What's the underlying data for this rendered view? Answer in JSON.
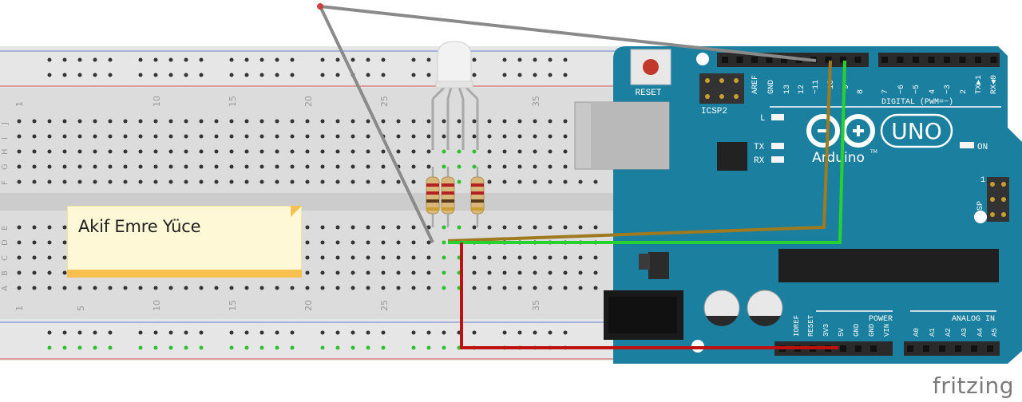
{
  "note": {
    "text": "Akif Emre Yüce"
  },
  "brand": {
    "text": "fritzing"
  },
  "breadboard": {
    "top_numbers": [
      "1",
      "10",
      "15",
      "20",
      "25",
      "35"
    ],
    "bottom_numbers": [
      "1",
      "5",
      "10",
      "15",
      "20",
      "25",
      "35"
    ],
    "row_letters_top": [
      "J",
      "I",
      "H",
      "G",
      "F"
    ],
    "row_letters_bottom": [
      "E",
      "D",
      "C",
      "B",
      "A"
    ]
  },
  "arduino": {
    "reset_label": "RESET",
    "icsp2_label": "ICSP2",
    "icsp_label": "ICSP",
    "icsp_pin": "1",
    "uno_label": "UNO",
    "brand_label": "Arduino",
    "tm": "TM",
    "on_label": "ON",
    "l_label": "L",
    "tx_label": "TX",
    "rx_label": "RX",
    "digital_label": "DIGITAL (PWM=~)",
    "top_pins": [
      "AREF",
      "GND",
      "13",
      "12",
      "~11",
      "~10",
      "~9",
      "8"
    ],
    "right_pins": [
      "7",
      "~6",
      "~5",
      "4",
      "~3",
      "2",
      "TX▶1",
      "RX◀0"
    ],
    "power_label": "POWER",
    "power_pins": [
      "IOREF",
      "RESET",
      "3V3",
      "5V",
      "GND",
      "GND",
      "VIN"
    ],
    "analog_label": "ANALOG IN",
    "analog_pins": [
      "A0",
      "A1",
      "A2",
      "A3",
      "A4",
      "A5"
    ]
  },
  "colors": {
    "board": "#1b7fa0",
    "wire_gray": "#8a8a8a",
    "wire_brown": "#a07a1e",
    "wire_green": "#25d230",
    "wire_red": "#c01010"
  }
}
